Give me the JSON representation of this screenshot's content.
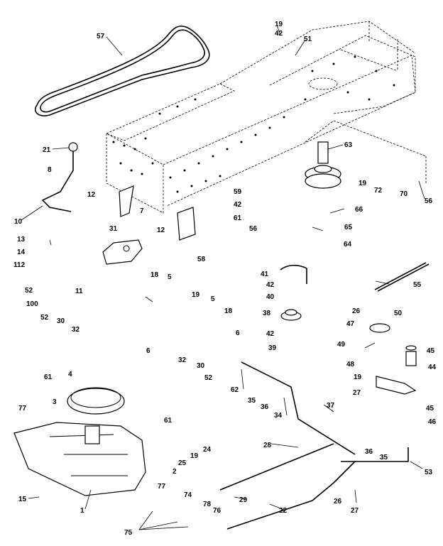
{
  "labels": {
    "p19a": "19",
    "p42a": "42",
    "p51": "51",
    "p57": "57",
    "p21": "21",
    "p8": "8",
    "p63": "63",
    "p19b": "19",
    "p72": "72",
    "p70": "70",
    "p56a": "56",
    "p12a": "12",
    "p10": "10",
    "p31": "31",
    "p7": "7",
    "p12b": "12",
    "p59": "59",
    "p42b": "42",
    "p61a": "61",
    "p56b": "56",
    "p66": "66",
    "p65": "65",
    "p64": "64",
    "p13": "13",
    "p14": "14",
    "p112": "112",
    "p58": "58",
    "p41": "41",
    "p42c": "42",
    "p40": "40",
    "p55": "55",
    "p52a": "52",
    "p100": "100",
    "p11": "11",
    "p18a": "18",
    "p5a": "5",
    "p19c": "19",
    "p5b": "5",
    "p18b": "18",
    "p38": "38",
    "p26a": "26",
    "p50": "50",
    "p47": "47",
    "p42d": "42",
    "p52b": "52",
    "p30a": "30",
    "p32a": "32",
    "p6a": "6",
    "p6b": "6",
    "p39": "39",
    "p49": "49",
    "p45a": "45",
    "p44": "44",
    "p61b": "61",
    "p4": "4",
    "p32b": "32",
    "p30b": "30",
    "p52c": "52",
    "p62": "62",
    "p35a": "35",
    "p36a": "36",
    "p48": "48",
    "p19d": "19",
    "p27a": "27",
    "p3": "3",
    "p61c": "61",
    "p34": "34",
    "p37": "37",
    "p45b": "45",
    "p46": "46",
    "p77a": "77",
    "p24": "24",
    "p19e": "19",
    "p25": "25",
    "p28": "28",
    "p36b": "36",
    "p35b": "35",
    "p2": "2",
    "p53": "53",
    "p77b": "77",
    "p15": "15",
    "p1": "1",
    "p74": "74",
    "p29": "29",
    "p78": "78",
    "p76": "76",
    "p22": "22",
    "p26b": "26",
    "p27b": "27",
    "p75": "75"
  }
}
